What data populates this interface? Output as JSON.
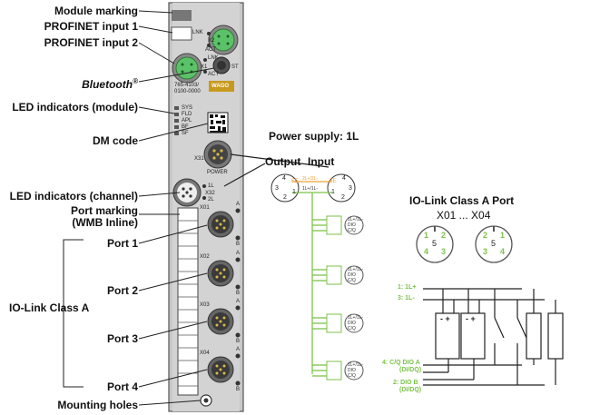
{
  "labels": {
    "module_marking": "Module marking",
    "profinet_input_1": "PROFINET input 1",
    "profinet_input_2": "PROFINET input 2",
    "bluetooth": "Bluetooth",
    "bluetooth_reg": "®",
    "led_module": "LED indicators (module)",
    "dm_code": "DM code",
    "led_channel": "LED indicators (channel)",
    "port_marking_1": "Port marking",
    "port_marking_2": "(WMB Inline)",
    "port_1": "Port 1",
    "port_2": "Port 2",
    "port_3": "Port 3",
    "port_4": "Port 4",
    "io_link_class_a": "IO-Link Class A",
    "mounting_holes": "Mounting holes",
    "power_supply": "Power supply: 1L",
    "output": "Output",
    "input": "Input",
    "io_link_port_title": "IO-Link Class A Port",
    "io_link_port_range": "X01 ... X04"
  },
  "module": {
    "lnk": "LNK",
    "act": "ACT",
    "x2": "X2",
    "x1": "X1",
    "st": "ST",
    "brand": "WAGO",
    "part_number": "765-4103/",
    "part_suffix": "0100-0000",
    "leds": [
      "SYS",
      "FLD",
      "APL",
      "BF",
      "SF"
    ],
    "x31": "X31",
    "power": "POWER",
    "x32": "X32",
    "onel": "1L",
    "twol": "2L",
    "ports": [
      "X01",
      "X02",
      "X03",
      "X04"
    ],
    "port_a": "A",
    "port_b": "B"
  },
  "power_connector": {
    "left_pins": [
      "4",
      "FE",
      "3",
      "1",
      "2"
    ],
    "right_pins": [
      "FE",
      "4",
      "3",
      "1",
      "2"
    ],
    "wire_top": "2L+/2L-",
    "wire_bottom": "1L+/1L-"
  },
  "terminal_labels": [
    "1L+/1L-",
    "DIO",
    "C/Q"
  ],
  "pinout": {
    "left": [
      "1",
      "2",
      "5",
      "4",
      "3"
    ],
    "right": [
      "2",
      "1",
      "5",
      "3",
      "4"
    ]
  },
  "wiring": {
    "pin1": "1: 1L+",
    "pin3": "3: 1L-",
    "pin4a": "4: C/Q DIO A",
    "pin4b": "(DI/DQ)",
    "pin2a": "2: DIO B",
    "pin2b": "(DI/DQ)",
    "sensor_symbol": "- +"
  },
  "colors": {
    "module_body": "#cfcfcf",
    "connector_green": "#5cc26a",
    "wire_green": "#7cc24a",
    "wire_orange": "#f0a030"
  }
}
